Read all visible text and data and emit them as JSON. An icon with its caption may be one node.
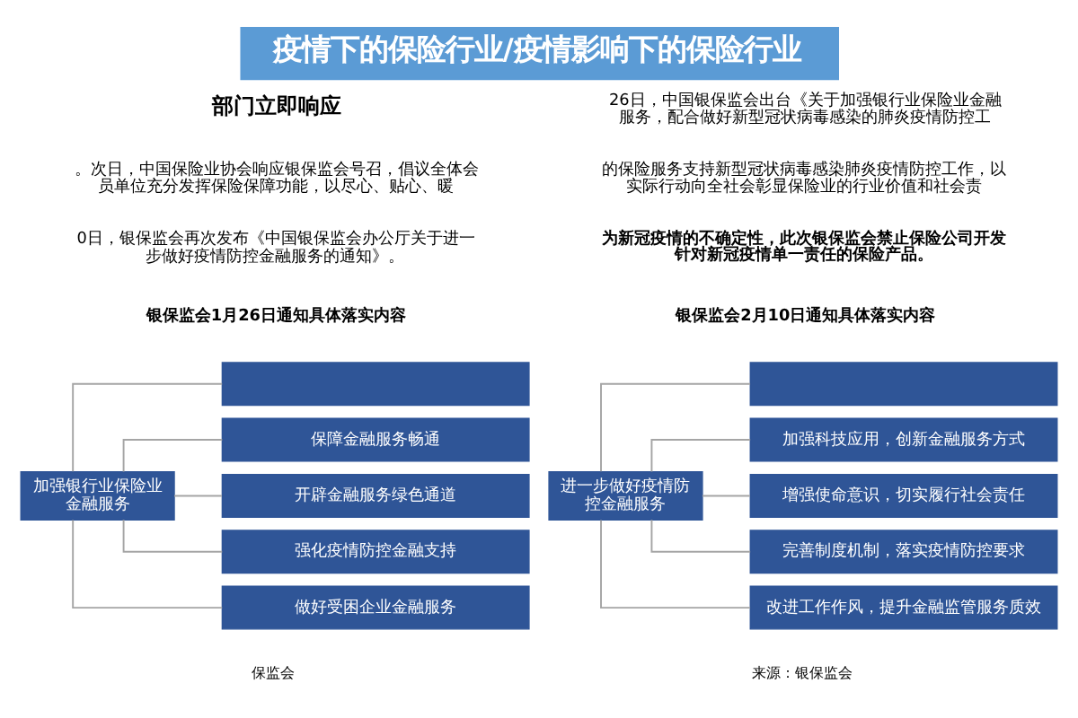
{
  "diagram": {
    "title": "疫情下的保险行业/疫情影响下的保险行业",
    "nodes": [
      {
        "text": [
          "加强银行业保险业金融服务"
        ]
      },
      {
        "text": [],
        "shape": "box"
      },
      {
        "text": [
          "保障金融服务畅通"
        ]
      },
      {
        "text": [
          "开辟金融服务绿色通道"
        ]
      },
      {
        "text": [
          "强化疫情防控金融支持"
        ]
      },
      {
        "text": [
          "做好受困企业金融服务"
        ]
      },
      {
        "text": [
          "进一步做好疫情防控金融服务"
        ]
      },
      {
        "text": [],
        "shape": "box"
      },
      {
        "text": [
          "加强科技应用，创新金融服务方式"
        ]
      },
      {
        "text": [
          "增强使命意识，切实履行社会责任"
        ]
      },
      {
        "text": [
          "完善制度机制，落实疫情防控要求"
        ]
      },
      {
        "text": [
          "改进工作作风，提升金融监管服务质效"
        ]
      }
    ],
    "edges": [
      {
        "from": 0,
        "to": 1,
        "arrow": "none"
      },
      {
        "from": 0,
        "to": 2,
        "arrow": "none"
      },
      {
        "from": 0,
        "to": 3,
        "arrow": "none"
      },
      {
        "from": 0,
        "to": 4,
        "arrow": "none"
      },
      {
        "from": 0,
        "to": 5,
        "arrow": "none"
      },
      {
        "from": 6,
        "to": 7,
        "arrow": "none"
      },
      {
        "from": 6,
        "to": 8,
        "arrow": "none"
      },
      {
        "from": 6,
        "to": 9,
        "arrow": "none"
      },
      {
        "from": 6,
        "to": 10,
        "arrow": "none"
      },
      {
        "from": 6,
        "to": 11,
        "arrow": "none"
      }
    ],
    "labels": [
      "部门立即响应",
      "26日，中国银保监会出台《关于加强银行业保险业金融服务，配合做好新型冠状病毒感染的肺炎疫情防控工",
      "。次日，中国保险业协会响应银保监会号召，倡议全体会员单位充分发挥保险保障功能，以尽心、贴心、暖",
      "的保险服务支持新型冠状病毒感染肺炎疫情防控工作，以实际行动向全社会彰显保险业的行业价值和社会责",
      "0日，银保监会再次发布《中国银保监会办公厅关于进一步做好疫情防控金融服务的通知》。",
      "为新冠疫情的不确定性，此次银保监会禁止保险公司开发针对新冠疫情单一责任的保险产品。",
      "银保监会1月26日通知具体落实内容",
      "银保监会2月10日通知具体落实内容",
      "保监会",
      "来源：银保监会"
    ]
  }
}
